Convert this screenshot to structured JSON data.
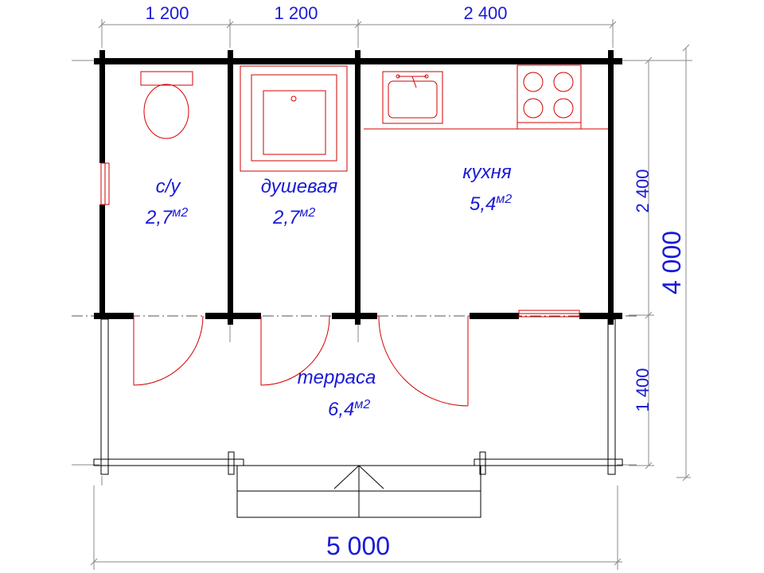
{
  "dimensions": {
    "top": [
      "1 200",
      "1 200",
      "2 400"
    ],
    "right_upper": "2 400",
    "right_lower": "1 400",
    "right_total": "4 000",
    "bottom_total": "5 000"
  },
  "rooms": [
    {
      "name": "с/у",
      "area": "2,7",
      "unit": "м2"
    },
    {
      "name": "душевая",
      "area": "2,7",
      "unit": "м2"
    },
    {
      "name": "кухня",
      "area": "5,4",
      "unit": "м2"
    },
    {
      "name": "терраса",
      "area": "6,4",
      "unit": "м2"
    }
  ],
  "colors": {
    "walls": "#000000",
    "fixtures": "#d40000",
    "dimension_text": "#1a1ad6",
    "dimension_lines": "#8a8a8a"
  }
}
